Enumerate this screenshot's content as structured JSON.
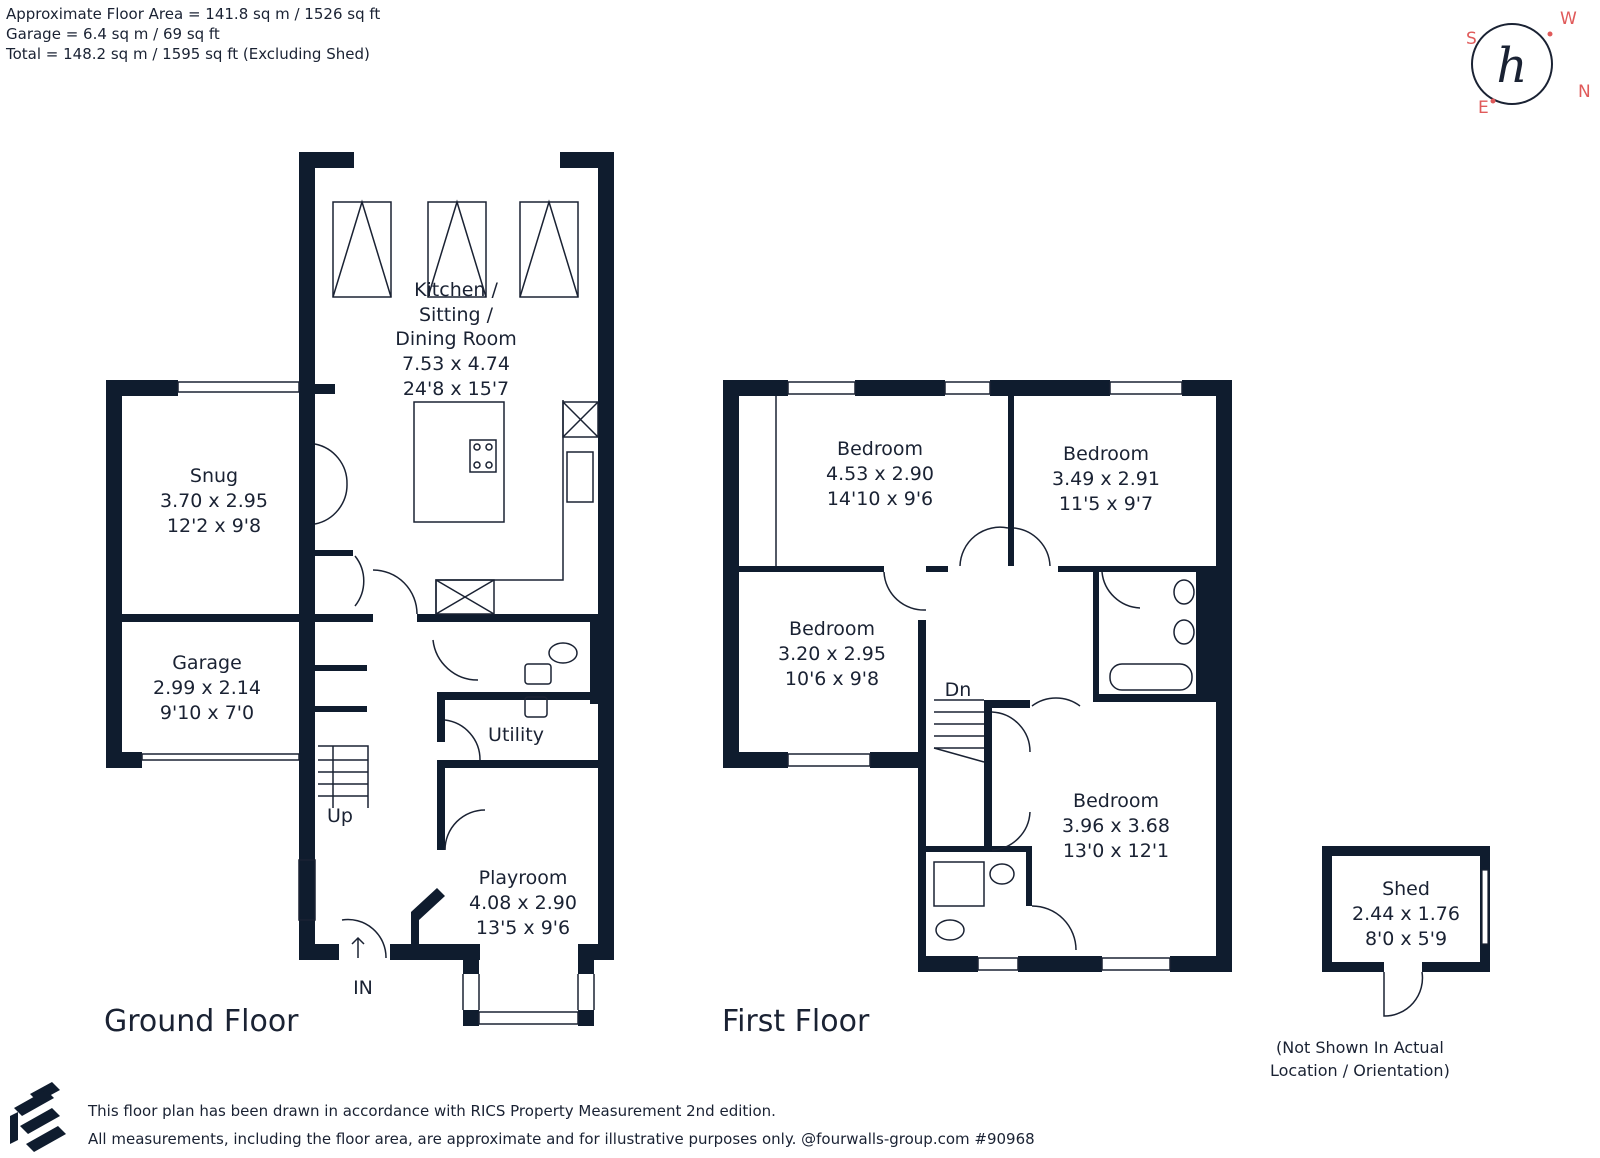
{
  "header": {
    "line1": "Approximate Floor Area = 141.8 sq m / 1526 sq ft",
    "line2": "Garage = 6.4 sq m / 69 sq ft",
    "line3": "Total = 148.2 sq m / 1595 sq ft (Excluding Shed)"
  },
  "compass": {
    "s": "S",
    "w": "W",
    "e": "E",
    "n": "N",
    "logo_letter": "h",
    "color": "#e05a5a"
  },
  "colors": {
    "wall": "#0f1c2e",
    "fixture": "#8a9099"
  },
  "ground_floor": {
    "label": "Ground Floor",
    "kitchen": {
      "l1": "Kitchen /",
      "l2": "Sitting /",
      "l3": "Dining Room",
      "m": "7.53 x 4.74",
      "ft": "24'8 x 15'7"
    },
    "snug": {
      "name": "Snug",
      "m": "3.70 x 2.95",
      "ft": "12'2 x 9'8"
    },
    "garage": {
      "name": "Garage",
      "m": "2.99 x 2.14",
      "ft": "9'10 x 7'0"
    },
    "utility": {
      "name": "Utility"
    },
    "playroom": {
      "name": "Playroom",
      "m": "4.08 x 2.90",
      "ft": "13'5 x 9'6"
    },
    "up": "Up",
    "in": "IN"
  },
  "first_floor": {
    "label": "First Floor",
    "bed1": {
      "name": "Bedroom",
      "m": "4.53 x 2.90",
      "ft": "14'10 x 9'6"
    },
    "bed2": {
      "name": "Bedroom",
      "m": "3.49 x 2.91",
      "ft": "11'5 x 9'7"
    },
    "bed3": {
      "name": "Bedroom",
      "m": "3.20 x 2.95",
      "ft": "10'6 x 9'8"
    },
    "bed4": {
      "name": "Bedroom",
      "m": "3.96 x 3.68",
      "ft": "13'0 x 12'1"
    },
    "dn": "Dn"
  },
  "shed": {
    "name": "Shed",
    "m": "2.44 x 1.76",
    "ft": "8'0 x 5'9",
    "note1": "(Not Shown In Actual",
    "note2": "Location / Orientation)"
  },
  "footer": {
    "line1": "This floor plan has been drawn in accordance with RICS Property Measurement 2nd edition.",
    "line2": "All measurements, including the floor area, are approximate and for illustrative purposes only. @fourwalls-group.com #90968"
  }
}
